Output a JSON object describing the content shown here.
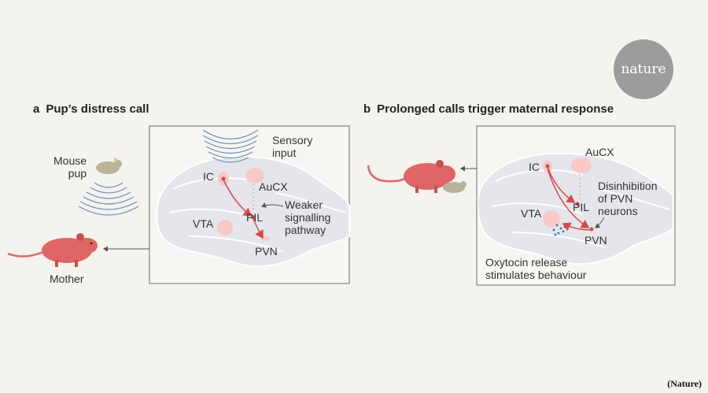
{
  "logo_text": "nature",
  "panel_a": {
    "letter": "a",
    "title": "Pup’s distress call",
    "labels": {
      "mouse_pup": "Mouse\npup",
      "mother": "Mother",
      "sensory_input": "Sensory\ninput",
      "ic": "IC",
      "aucx": "AuCX",
      "pil": "PIL",
      "vta": "VTA",
      "pvn": "PVN",
      "weaker": "Weaker\nsignalling\npathway"
    }
  },
  "panel_b": {
    "letter": "b",
    "title": "Prolonged calls trigger maternal response",
    "labels": {
      "ic": "IC",
      "aucx": "AuCX",
      "disinhibition": "Disinhibition\nof PVN\nneurons",
      "vta": "VTA",
      "pil": "PIL",
      "pvn": "PVN",
      "oxytocin": "Oxytocin release\nstimulates behaviour"
    }
  },
  "credit": "(Nature)",
  "colors": {
    "mother": "#e06666",
    "pup": "#b9b39a",
    "region": "#f7c9c7",
    "pathway": "#d94848",
    "sound_waves": "#6f8fb5",
    "brain": "#e4e6ec"
  }
}
